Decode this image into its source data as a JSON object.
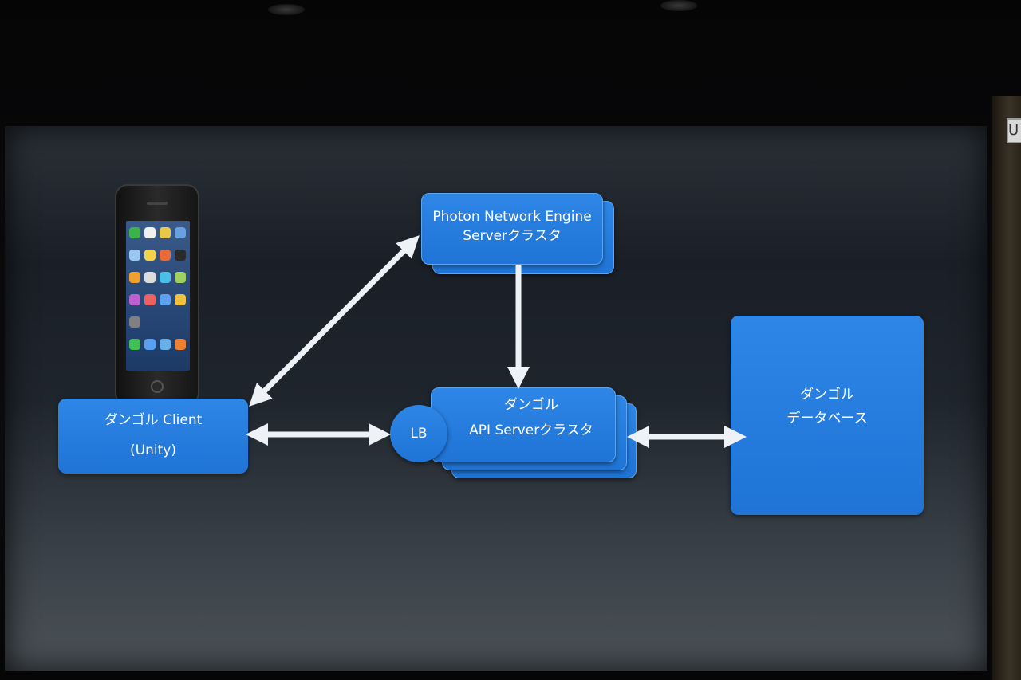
{
  "diagram": {
    "photon_box": {
      "line1": "Photon Network Engine",
      "line2": "Serverクラスタ"
    },
    "client_box": {
      "line1": "ダンゴル Client",
      "line2": "(Unity)"
    },
    "api_box": {
      "line1": "ダンゴル",
      "line2": "API Serverクラスタ"
    },
    "lb": {
      "label": "LB"
    },
    "db_box": {
      "line1": "ダンゴル",
      "line2": "データベース"
    },
    "phone": {
      "icon": "smartphone-icon"
    },
    "colors": {
      "box_fill": "#2378de",
      "arrow": "#eef2f6",
      "screen_bg": "#1f252d"
    }
  },
  "side_sign": {
    "text": "U"
  }
}
